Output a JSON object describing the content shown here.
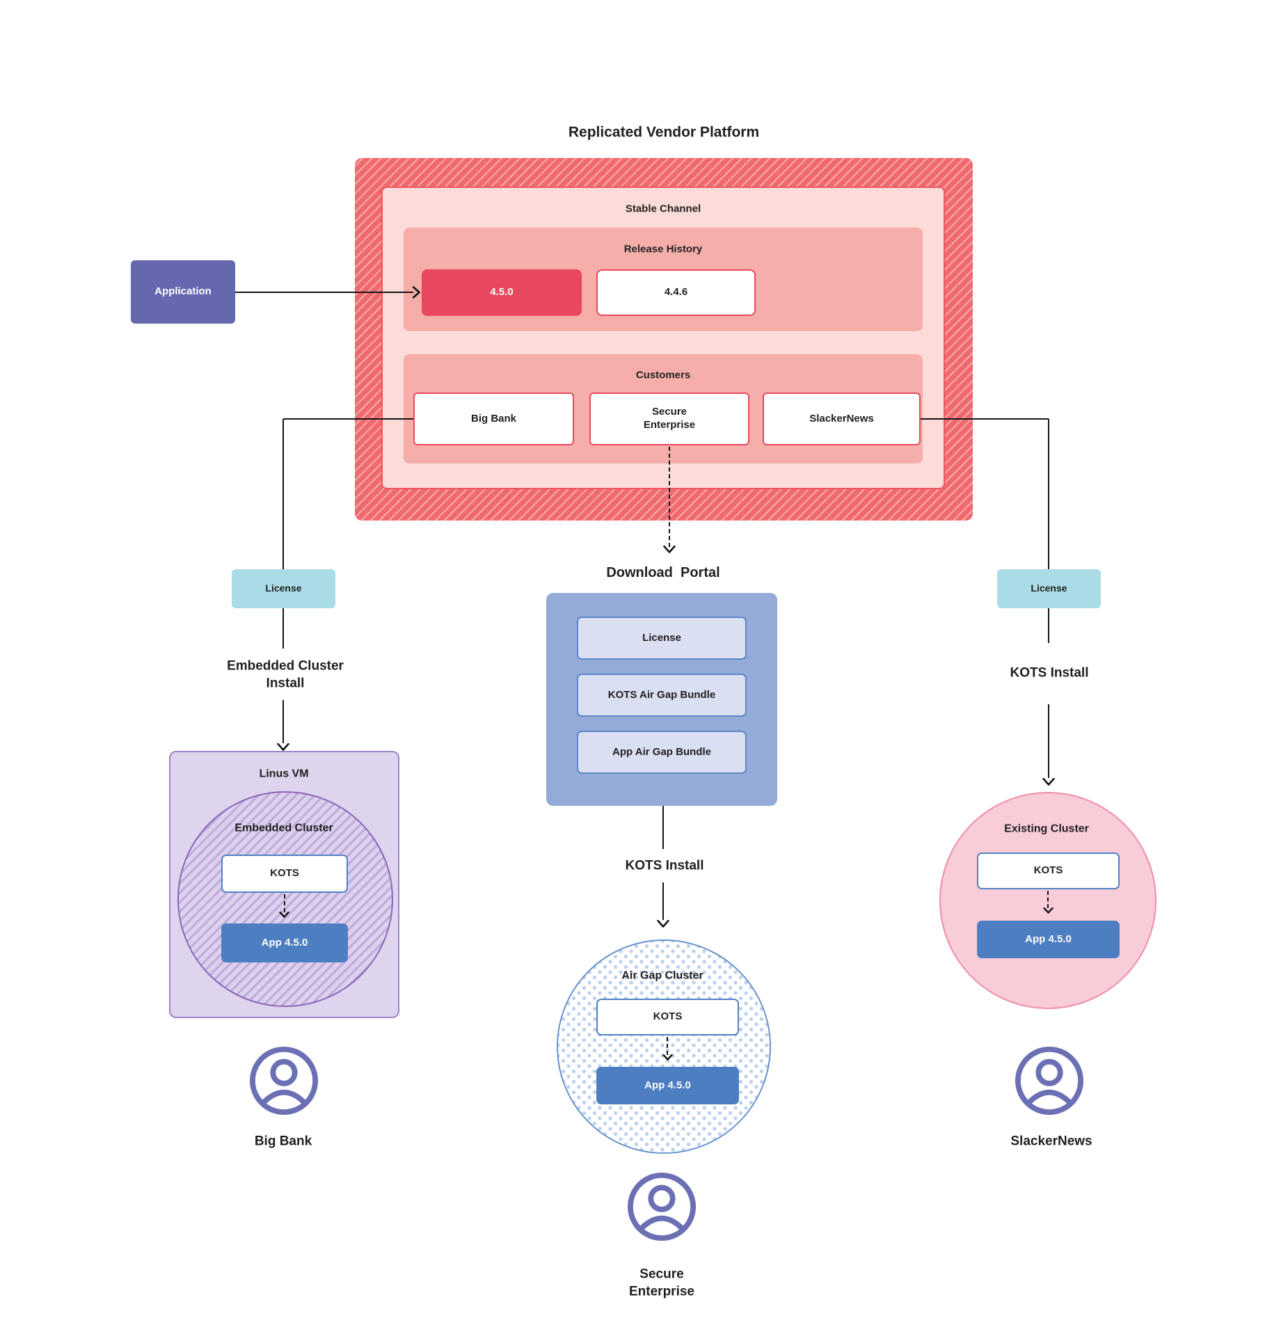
{
  "title": "Replicated Vendor Platform",
  "colors": {
    "platform_hatch_red": "#f0696d",
    "highlight_red": "#e8485f",
    "panel_salmon": "#f5aeaa",
    "stable_channel_pink": "#fbdcd9",
    "application_purple": "#6568ae",
    "license_cyan": "#a9dce6",
    "portal_blue": "#93abd6",
    "portal_item_lavender": "#dbdff2",
    "app_version_blue": "#4d7ec2",
    "kots_border_blue": "#4f80c4",
    "vm_purple": "#ded4ed",
    "existing_cluster_pink": "#f9cdd8",
    "persona_icon_purple": "#6b70b4"
  },
  "application": {
    "label": "Application"
  },
  "platform": {
    "stable_channel_label": "Stable Channel",
    "release_history": {
      "label": "Release History",
      "current_release": "4.5.0",
      "previous_release": "4.4.6"
    },
    "customers": {
      "label": "Customers",
      "big_bank": "Big Bank",
      "secure_enterprise": "Secure\nEnterprise",
      "slacker_news": "SlackerNews"
    }
  },
  "big_bank_flow": {
    "license_label": "License",
    "install_label": "Embedded Cluster\nInstall",
    "vm_label": "Linus VM",
    "cluster_label": "Embedded Cluster",
    "kots_label": "KOTS",
    "app_label": "App 4.5.0",
    "persona_label": "Big Bank"
  },
  "secure_enterprise_flow": {
    "portal_title": "Download  Portal",
    "portal_items": [
      "License",
      "KOTS Air Gap Bundle",
      "App Air Gap Bundle"
    ],
    "install_label": "KOTS Install",
    "cluster_label": "Air Gap Cluster",
    "kots_label": "KOTS",
    "app_label": "App 4.5.0",
    "persona_label": "Secure\nEnterprise"
  },
  "slacker_news_flow": {
    "license_label": "License",
    "install_label": "KOTS Install",
    "cluster_label": "Existing Cluster",
    "kots_label": "KOTS",
    "app_label": "App 4.5.0",
    "persona_label": "SlackerNews"
  }
}
